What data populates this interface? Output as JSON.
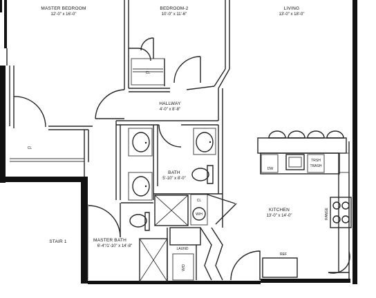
{
  "rooms": {
    "master_bedroom": {
      "name": "MASTER BEDROOM",
      "dims": "12'-0\" x 16'-0\""
    },
    "bedroom2": {
      "name": "BEDROOM-2",
      "dims": "10'-0\" x 11'-6\""
    },
    "living": {
      "name": "LIVING",
      "dims": "13'-0\" x 18'-0\""
    },
    "hallway": {
      "name": "HALLWAY",
      "dims": "4'-0\" x 8'-8\""
    },
    "bath": {
      "name": "BATH",
      "dims": "5'-10\" x 8'-0\""
    },
    "kitchen": {
      "name": "KITCHEN",
      "dims": "13'-0\" x 14'-0\""
    },
    "master_bath": {
      "name": "MASTER BATH",
      "dims": "6'-4\"/1'-10\" x 14'-8\""
    },
    "stair": {
      "name": "STAIR 1"
    },
    "laundry": {
      "name": "LAUND"
    }
  },
  "fixtures": {
    "cl_left": "CL",
    "dw": "DW",
    "trash": "TRSH",
    "trash2": "TRASH",
    "range": "RANGE",
    "ref": "REF",
    "w_d": "W/D",
    "wh": "W/H",
    "cl_small": "CL",
    "cl_closet": "CL"
  }
}
